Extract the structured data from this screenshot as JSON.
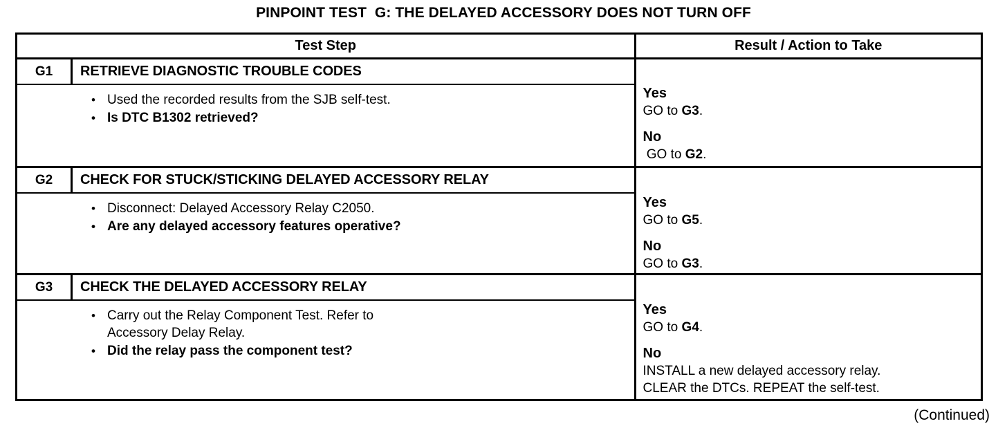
{
  "document": {
    "title": "PINPOINT TEST  G: THE DELAYED ACCESSORY DOES NOT TURN OFF",
    "footer_note": "(Continued)"
  },
  "table": {
    "headers": {
      "step": "Test Step",
      "result": "Result / Action to Take"
    },
    "sections": [
      {
        "code": "G1",
        "title": "RETRIEVE DIAGNOSTIC TROUBLE CODES",
        "bullet_glyph": "•",
        "bullets": [
          {
            "text": "Used the recorded results from the SJB self-test.",
            "bold": false
          },
          {
            "text": "Is DTC B1302 retrieved?",
            "bold": true
          }
        ],
        "results": [
          {
            "label": "Yes",
            "action_prefix": "GO to ",
            "action_target": "G3",
            "action_suffix": "."
          },
          {
            "label": "No",
            "action_prefix": " GO to ",
            "action_target": "G2",
            "action_suffix": "."
          }
        ]
      },
      {
        "code": "G2",
        "title": "CHECK FOR STUCK/STICKING DELAYED ACCESSORY RELAY",
        "bullet_glyph": "•",
        "bullets": [
          {
            "text": "Disconnect: Delayed Accessory Relay C2050.",
            "bold": false
          },
          {
            "text": "Are any delayed accessory features operative?",
            "bold": true
          }
        ],
        "results": [
          {
            "label": "Yes",
            "action_prefix": "GO to ",
            "action_target": "G5",
            "action_suffix": "."
          },
          {
            "label": "No",
            "action_prefix": "GO to ",
            "action_target": "G3",
            "action_suffix": "."
          }
        ]
      },
      {
        "code": "G3",
        "title": "CHECK THE DELAYED ACCESSORY RELAY",
        "bullet_glyph": "•",
        "bullets": [
          {
            "text": "Carry out the Relay Component Test. Refer to\nAccessory Delay Relay.",
            "bold": false
          },
          {
            "text": "Did the relay pass the component test?",
            "bold": true
          }
        ],
        "results": [
          {
            "label": "Yes",
            "action_prefix": "GO to ",
            "action_target": "G4",
            "action_suffix": "."
          },
          {
            "label": "No",
            "action_prefix": "INSTALL a new delayed accessory relay.\nCLEAR the DTCs. REPEAT the self-test.",
            "action_target": "",
            "action_suffix": ""
          }
        ]
      }
    ]
  }
}
